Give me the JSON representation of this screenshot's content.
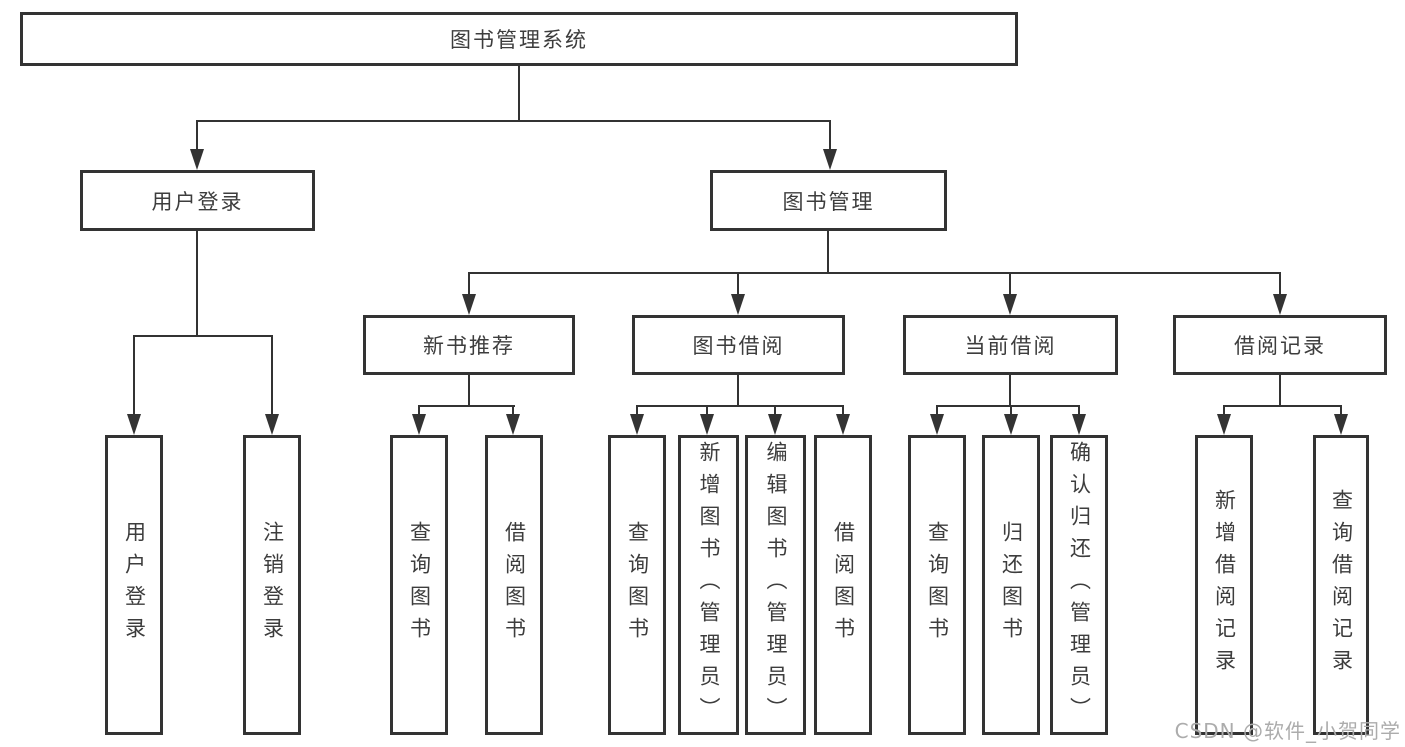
{
  "colors": {
    "line": "#333333",
    "box_border": "#333333",
    "text": "#3d3d3d",
    "watermark": "#acacac",
    "background": "#ffffff"
  },
  "tree": {
    "label": "图书管理系统",
    "children": [
      {
        "label": "用户登录",
        "children": [
          {
            "label": "用户登录"
          },
          {
            "label": "注销登录"
          }
        ]
      },
      {
        "label": "图书管理",
        "children": [
          {
            "label": "新书推荐",
            "children": [
              {
                "label": "查询图书"
              },
              {
                "label": "借阅图书"
              }
            ]
          },
          {
            "label": "图书借阅",
            "children": [
              {
                "label": "查询图书"
              },
              {
                "label": "新增图书（管理员）"
              },
              {
                "label": "编辑图书（管理员）"
              },
              {
                "label": "借阅图书"
              }
            ]
          },
          {
            "label": "当前借阅",
            "children": [
              {
                "label": "查询图书"
              },
              {
                "label": "归还图书"
              },
              {
                "label": "确认归还（管理员）"
              }
            ]
          },
          {
            "label": "借阅记录",
            "children": [
              {
                "label": "新增借阅记录"
              },
              {
                "label": "查询借阅记录"
              }
            ]
          }
        ]
      }
    ]
  },
  "watermark": {
    "text": "CSDN @软件_小贺同学"
  }
}
